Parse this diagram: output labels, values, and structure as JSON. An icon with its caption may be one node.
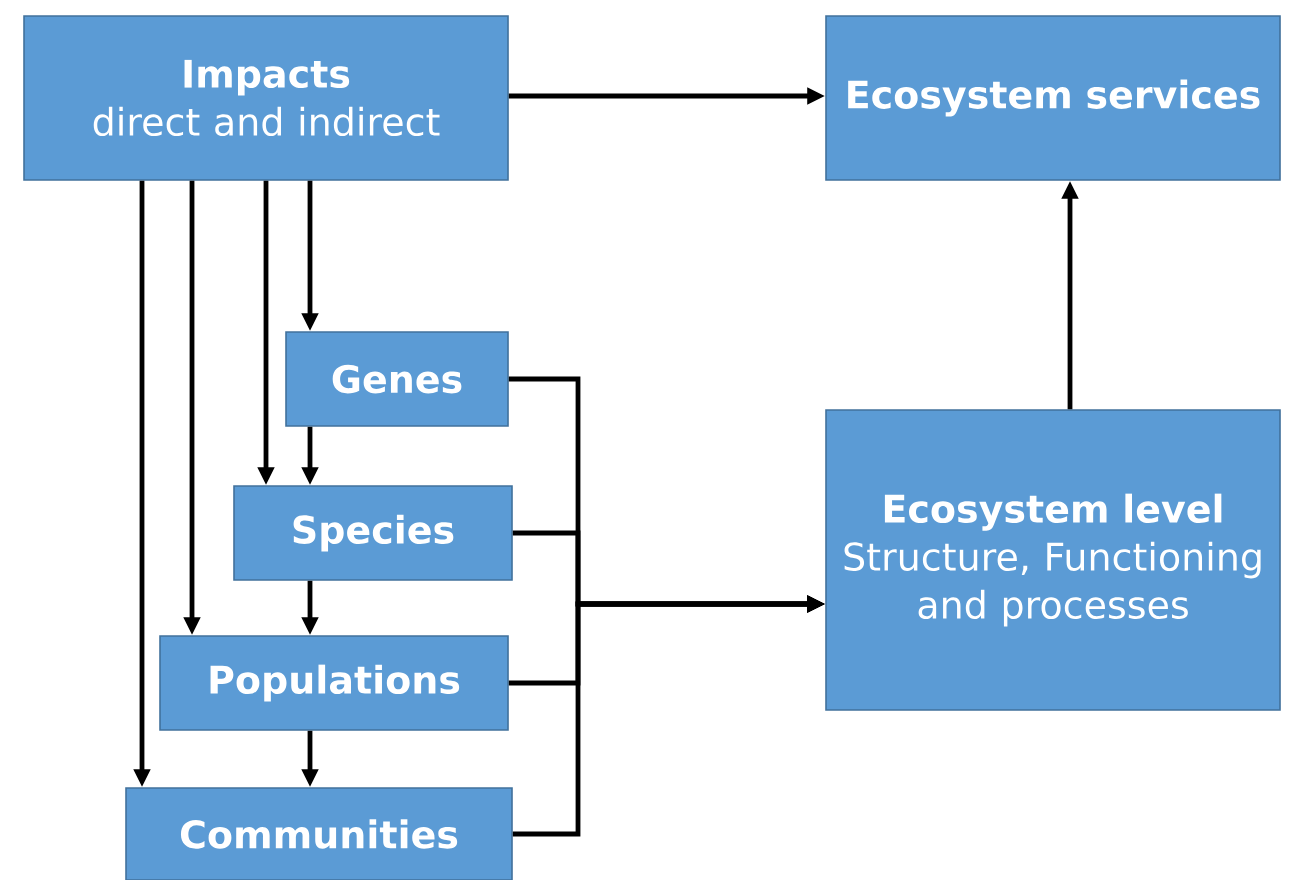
{
  "diagram": {
    "nodes": [
      {
        "text": [
          "Impacts",
          "direct and indirect"
        ]
      },
      {
        "text": [
          "Ecosystem services"
        ]
      },
      {
        "text": [
          "Genes"
        ]
      },
      {
        "text": [
          "Species"
        ]
      },
      {
        "text": [
          "Populations"
        ]
      },
      {
        "text": [
          "Communities"
        ]
      },
      {
        "text": [
          "Ecosystem level",
          "Structure, Functioning and processes"
        ]
      }
    ],
    "edges": [
      {
        "from": 0,
        "to": 1,
        "arrow": "to"
      },
      {
        "from": 0,
        "to": 2,
        "arrow": "to"
      },
      {
        "from": 0,
        "to": 3,
        "arrow": "to"
      },
      {
        "from": 0,
        "to": 4,
        "arrow": "to"
      },
      {
        "from": 0,
        "to": 5,
        "arrow": "to"
      },
      {
        "from": 2,
        "to": 3,
        "arrow": "to"
      },
      {
        "from": 3,
        "to": 4,
        "arrow": "to"
      },
      {
        "from": 4,
        "to": 5,
        "arrow": "to"
      },
      {
        "from": 2,
        "to": 6,
        "arrow": "to"
      },
      {
        "from": 3,
        "to": 6,
        "arrow": "to"
      },
      {
        "from": 4,
        "to": 6,
        "arrow": "to"
      },
      {
        "from": 5,
        "to": 6,
        "arrow": "to"
      },
      {
        "from": 6,
        "to": 1,
        "arrow": "to"
      }
    ]
  }
}
